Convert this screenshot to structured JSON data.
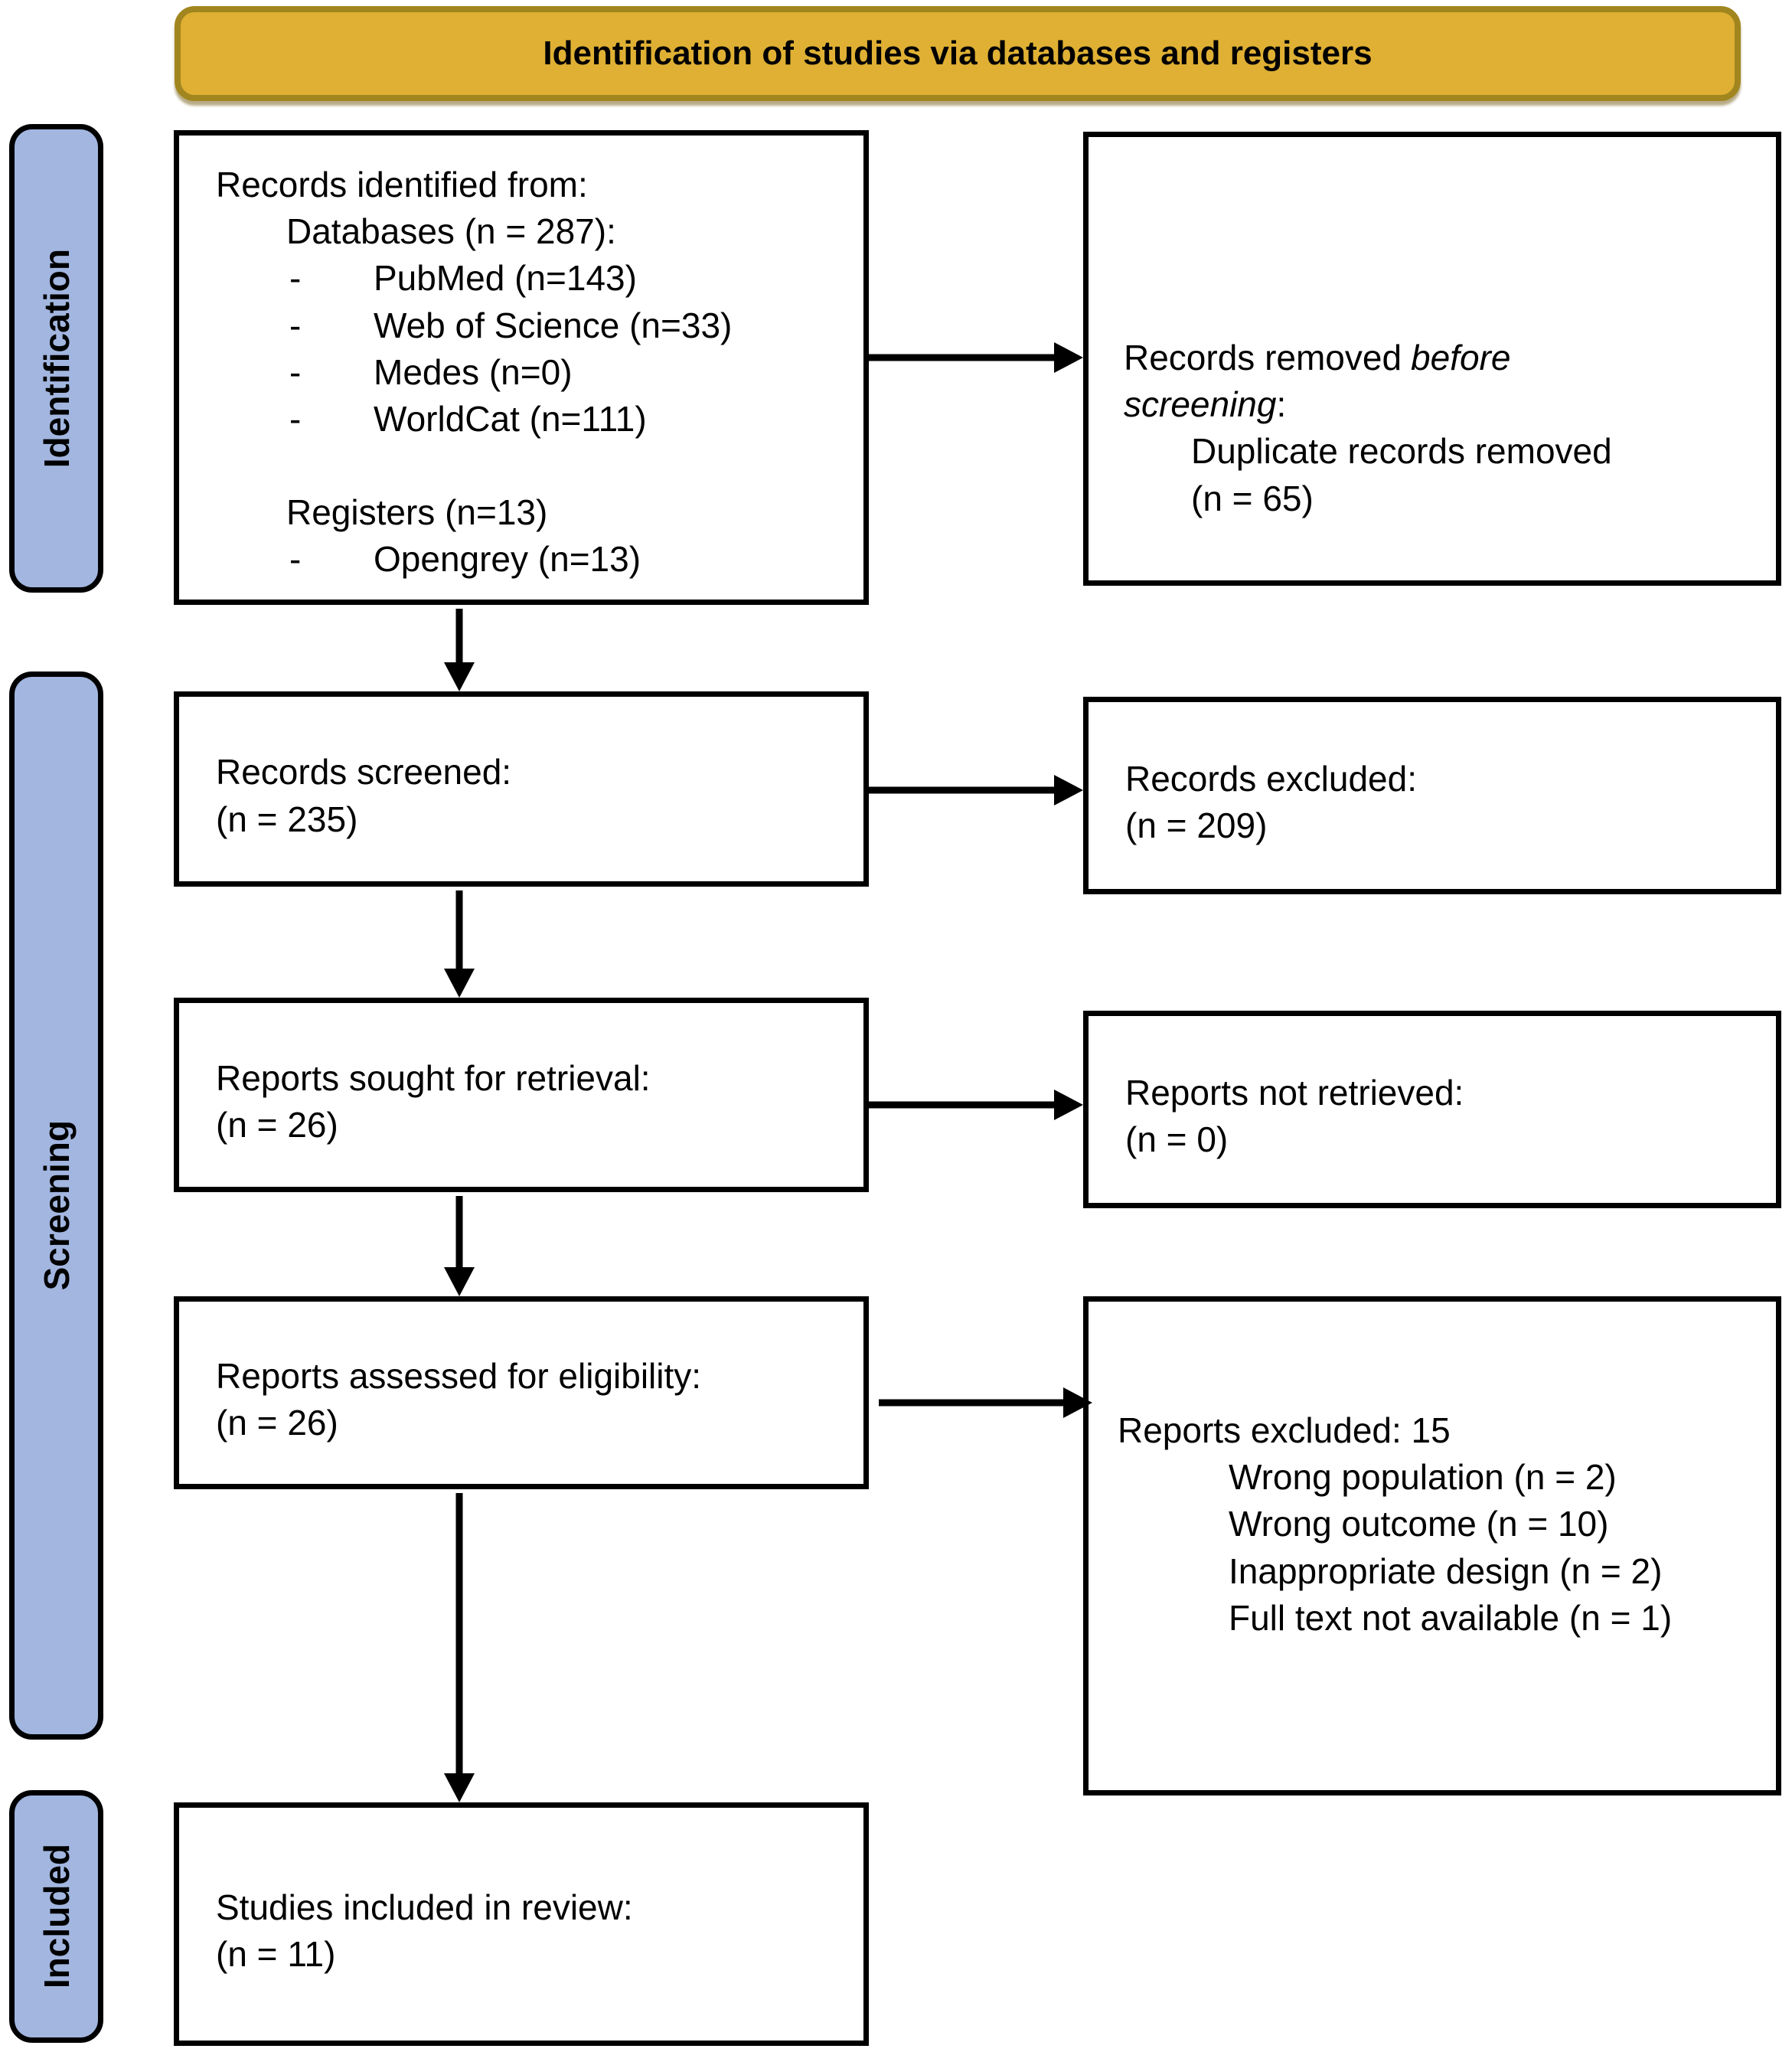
{
  "title": "Identification of studies via databases and registers",
  "colors": {
    "gold": "#dfb033",
    "gold_border": "#a1861f",
    "blue": "#a2b6e0"
  },
  "dash": "-",
  "sidebar": {
    "identification": "Identification",
    "screening": "Screening",
    "included": "Included"
  },
  "boxes": {
    "records_identified": {
      "heading": "Records identified from:",
      "databases_label": "Databases (n = 287):",
      "database_items": [
        "PubMed (n=143)",
        "Web of Science (n=33)",
        "Medes (n=0)",
        "WorldCat (n=111)"
      ],
      "registers_label": "Registers (n=13)",
      "register_items": [
        "Opengrey (n=13)"
      ]
    },
    "records_removed": {
      "line1_normal": "Records removed",
      "line1_italic": "before",
      "line2_italic": "screening",
      "line2_suffix": ":",
      "detail": "Duplicate records removed",
      "count": "(n = 65)"
    },
    "records_screened": {
      "label": "Records screened:",
      "count": "(n = 235)"
    },
    "records_excluded": {
      "label": "Records excluded:",
      "count": "(n = 209)"
    },
    "reports_sought": {
      "label": "Reports sought for retrieval:",
      "count": "(n = 26)"
    },
    "reports_not_retrieved": {
      "label": "Reports not retrieved:",
      "count": "(n = 0)"
    },
    "reports_assessed": {
      "label": "Reports assessed for eligibility:",
      "count": "(n = 26)"
    },
    "reports_excluded": {
      "heading": "Reports excluded: 15",
      "reasons": [
        "Wrong population (n = 2)",
        "Wrong outcome (n = 10)",
        "Inappropriate design (n = 2)",
        "Full text not available (n = 1)"
      ]
    },
    "studies_included": {
      "label": "Studies included in review:",
      "count": "(n = 11)"
    }
  }
}
